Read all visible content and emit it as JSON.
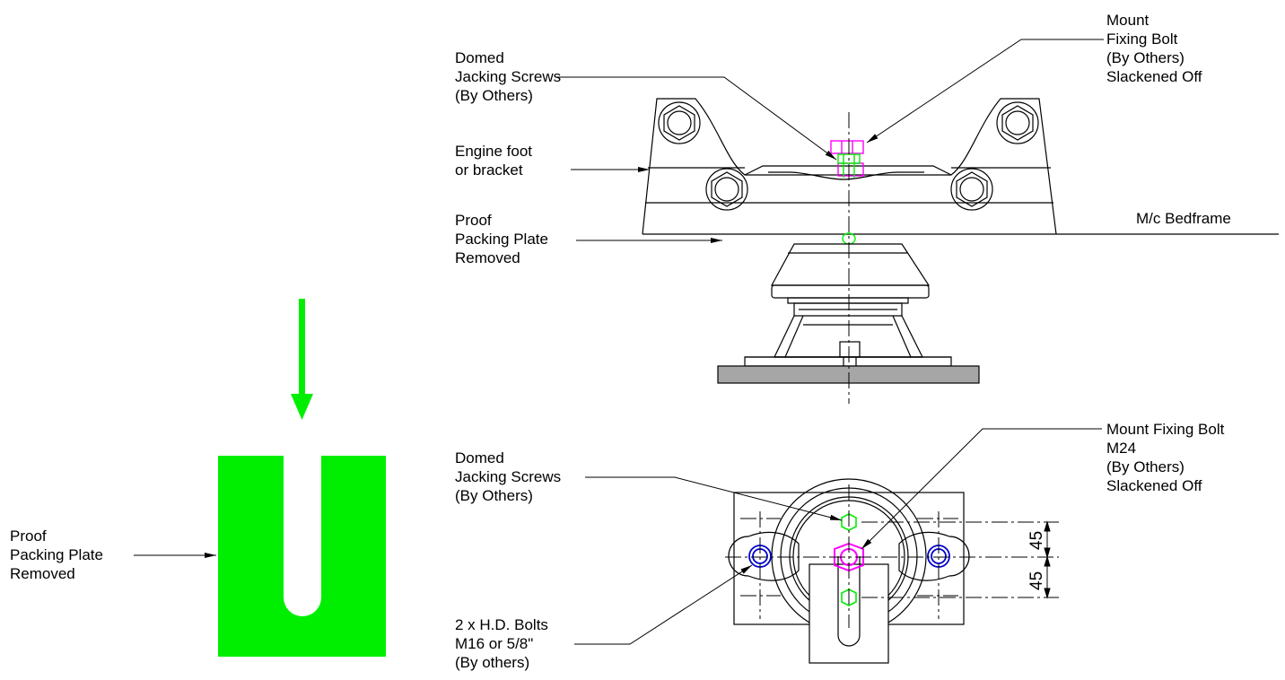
{
  "colors": {
    "line": "#000000",
    "green": "#00ee00",
    "magenta": "#ff00ff",
    "blue": "#0000cc",
    "base_plate": "#a6a6a6"
  },
  "labels": {
    "top_jacking": [
      "Domed",
      "Jacking Screws",
      "(By Others)"
    ],
    "top_fixing_bolt": [
      "Mount",
      "Fixing Bolt",
      "(By Others)",
      "Slackened Off"
    ],
    "engine_foot": [
      "Engine foot",
      "or bracket"
    ],
    "top_packing": [
      "Proof",
      "Packing Plate",
      "Removed"
    ],
    "bedframe": "M/c Bedframe",
    "bottom_jacking": [
      "Domed",
      "Jacking Screws",
      "(By Others)"
    ],
    "bottom_fixing_bolt": [
      "Mount Fixing Bolt",
      "M24",
      "(By Others)",
      "Slackened Off"
    ],
    "hd_bolts": [
      "2 x H.D. Bolts",
      "M16 or 5/8\"",
      "(By others)"
    ],
    "left_packing": [
      "Proof",
      "Packing Plate",
      "Removed"
    ]
  },
  "dimensions": {
    "upper": "45",
    "lower": "45"
  }
}
